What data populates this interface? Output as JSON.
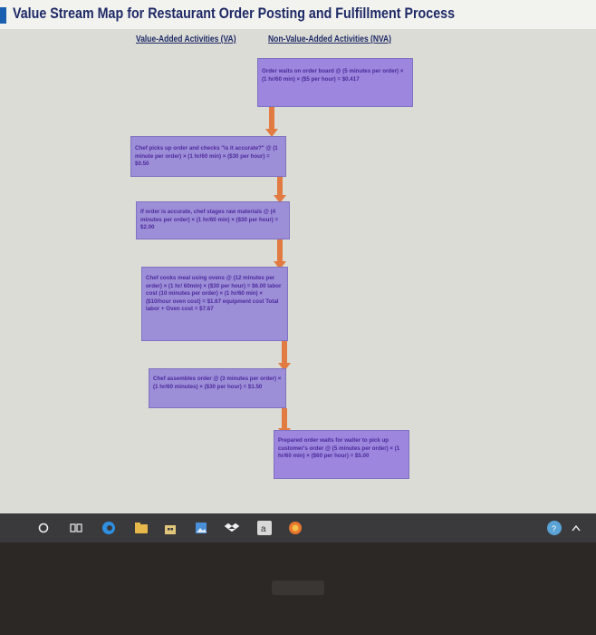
{
  "title": "Value Stream Map for Restaurant Order Posting and Fulfillment Process",
  "columns": {
    "va": "Value-Added Activities (VA)",
    "nva": "Non-Value-Added Activities (NVA)"
  },
  "steps": [
    {
      "type": "NVA",
      "text": "Order waits on order board @ (5 minutes per order) × (1 hr/60 min) × ($5 per hour) = $0.417"
    },
    {
      "type": "VA",
      "text": "Chef picks up order and checks \"is it accurate?\" @ (1 minute per order) × (1 hr/60 min) × ($30 per hour) = $0.50"
    },
    {
      "type": "VA",
      "text": "If order is accurate, chef stages raw materials @ (4 minutes per order) × (1 hr/60 min) × ($30 per hour) = $2.00"
    },
    {
      "type": "VA",
      "text": "Chef cooks meal using ovens @ (12 minutes per order) × (1 hr/ 60min) × ($30 per hour) = $6.00 labor cost (10 minutes per order) × (1 hr/60 min) × ($10/hour oven cost) = $1.67 equipment cost Total labor + Oven cost = $7.67"
    },
    {
      "type": "VA",
      "text": "Chef assembles order @ (3 minutes per order) × (1 hr/60 minutes) × ($30 per hour) = $1.50"
    },
    {
      "type": "NVA",
      "text": "Prepared order waits for waiter to pick up customer's order @ (5 minutes per order) × (1 hr/60 min) × ($60 per hour) = $5.00"
    }
  ],
  "taskbar_icons": [
    "circle-icon",
    "taskview-icon",
    "edge-icon",
    "files-icon",
    "store-icon",
    "photos-icon",
    "dropbox-icon",
    "amazon-icon",
    "firefox-icon",
    "help-icon",
    "chevron-up-icon"
  ]
}
